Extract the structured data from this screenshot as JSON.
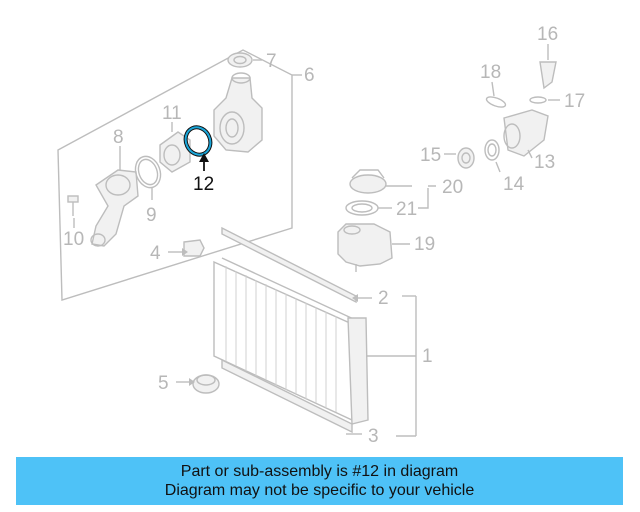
{
  "callouts": {
    "c1": "1",
    "c2": "2",
    "c3": "3",
    "c4": "4",
    "c5": "5",
    "c6": "6",
    "c7": "7",
    "c8": "8",
    "c9": "9",
    "c10": "10",
    "c11": "11",
    "c12": "12",
    "c13": "13",
    "c14": "14",
    "c15": "15",
    "c16": "16",
    "c17": "17",
    "c18": "18",
    "c19": "19",
    "c20": "20",
    "c21": "21"
  },
  "highlighted_part": "12",
  "colors": {
    "highlight_part": "#1aa6d9",
    "banner_background": "#4ec2f7",
    "part_lines": "#bdbdbd"
  },
  "banner": {
    "line1": "Part or sub-assembly is #12 in diagram",
    "line2": "Diagram may not be specific to your vehicle"
  }
}
